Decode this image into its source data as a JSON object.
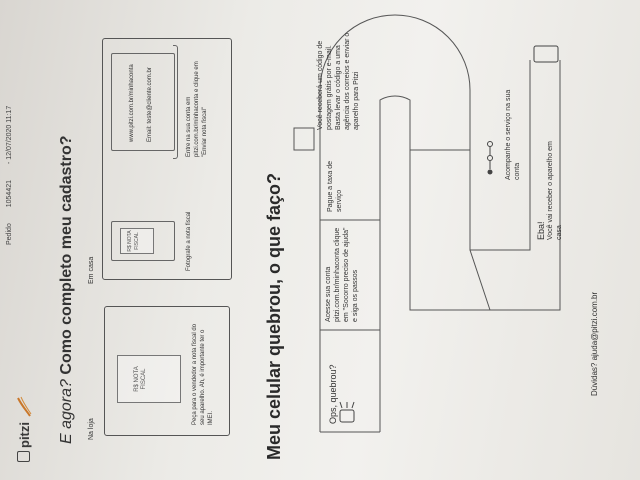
{
  "header": {
    "brand": "pitzi",
    "order_label": "Pedido",
    "order_number": "1054421",
    "order_datetime": "- 12/07/2020 11:17"
  },
  "section1": {
    "title_prefix": "E agora?",
    "title_rest": "Como completo meu cadastro?",
    "store": {
      "label": "Na loja",
      "receipt_text": "R$ NOTA FISCAL",
      "caption": "Peça para o vendedor a nota fiscal do seu aparelho. Ah, é importante ter o IMEI."
    },
    "home": {
      "label": "Em casa",
      "receipt_text": "R$ NOTA FISCAL",
      "photo_caption": "Fotografe a nota fiscal",
      "url_line": "www.pitzi.com.br/minhaconta",
      "email_line": "Email: teste@cliente.com.br",
      "caption": "Entre na sua conta em pitzi.com.br/minhaconta e clique em \"Enviar nota fiscal\""
    }
  },
  "section2": {
    "title": "Meu celular quebrou, o que faço?",
    "steps": [
      {
        "title": "Ops, quebrou?",
        "text": ""
      },
      {
        "title": "",
        "text": "Acesse sua conta pitzi.com.br/minhaconta clique em \"Socorro preciso de ajuda\" e siga os passos"
      },
      {
        "title": "",
        "text": "Pague a taxa de serviço"
      },
      {
        "title": "",
        "text": "Você receberá um código de postagem grátis por e-mail. Basta levar o código a uma agência dos correios e enviar o aparelho para Pitzi"
      },
      {
        "title": "",
        "text": "Acompanhe o serviço na sua conta"
      },
      {
        "title": "Eba!",
        "text": "Você vai receber o aparelho em casa"
      }
    ]
  },
  "footer": {
    "help_text": "Dúvidas? ajuda@pitzi.com.br"
  }
}
